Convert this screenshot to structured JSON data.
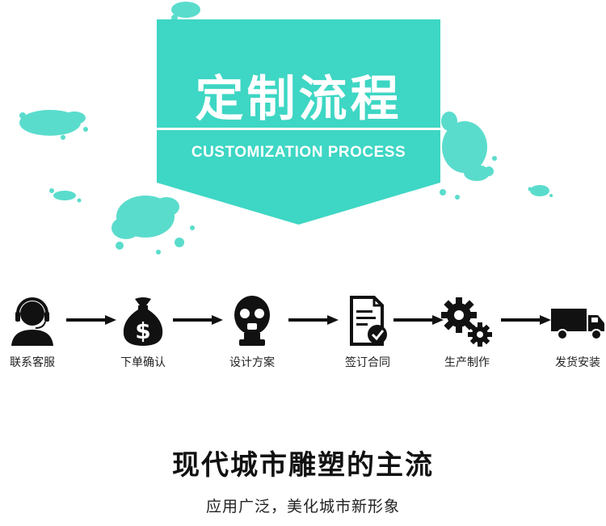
{
  "banner": {
    "title": "定制流程",
    "subtitle": "CUSTOMIZATION PROCESS"
  },
  "colors": {
    "accent": "#3ed6c4",
    "text_dark": "#111111"
  },
  "steps": [
    {
      "label": "联系客服",
      "icon": "customer-service-headset-icon"
    },
    {
      "label": "下单确认",
      "icon": "money-bag-icon"
    },
    {
      "label": "设计方案",
      "icon": "design-mask-icon"
    },
    {
      "label": "签订合同",
      "icon": "contract-document-icon"
    },
    {
      "label": "生产制作",
      "icon": "gears-icon"
    },
    {
      "label": "发货安装",
      "icon": "delivery-truck-icon"
    }
  ],
  "headline": "现代城市雕塑的主流",
  "subline": "应用广泛，美化城市新形象"
}
